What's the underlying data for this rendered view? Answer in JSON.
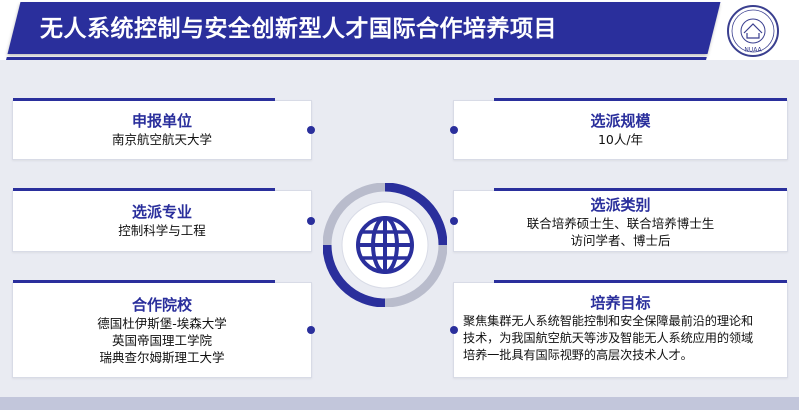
{
  "header": {
    "title": "无人系统控制与安全创新型人才国际合作培养项目",
    "logo_text": "NUAA"
  },
  "cards": {
    "applicant": {
      "title": "申报单位",
      "lines": [
        "南京航空航天大学"
      ]
    },
    "major": {
      "title": "选派专业",
      "lines": [
        "控制科学与工程"
      ]
    },
    "partners": {
      "title": "合作院校",
      "lines": [
        "德国杜伊斯堡-埃森大学",
        "英国帝国理工学院",
        "瑞典查尔姆斯理工大学"
      ]
    },
    "scale": {
      "title": "选派规模",
      "lines": [
        "10人/年"
      ]
    },
    "category": {
      "title": "选派类别",
      "lines": [
        "联合培养硕士生、联合培养博士生",
        "访问学者、博士后"
      ]
    },
    "goal": {
      "title": "培养目标",
      "lines": [
        "聚焦集群无人系统智能控制和安全保障最前沿的理论和",
        "技术，为我国航空航天等涉及智能无人系统应用的领域",
        "培养一批具有国际视野的高层次技术人才。"
      ]
    }
  },
  "colors": {
    "accent": "#2a2f9c",
    "background": "#e9ebf2"
  },
  "icons": {
    "center": "globe-icon",
    "logo": "university-seal-icon"
  }
}
